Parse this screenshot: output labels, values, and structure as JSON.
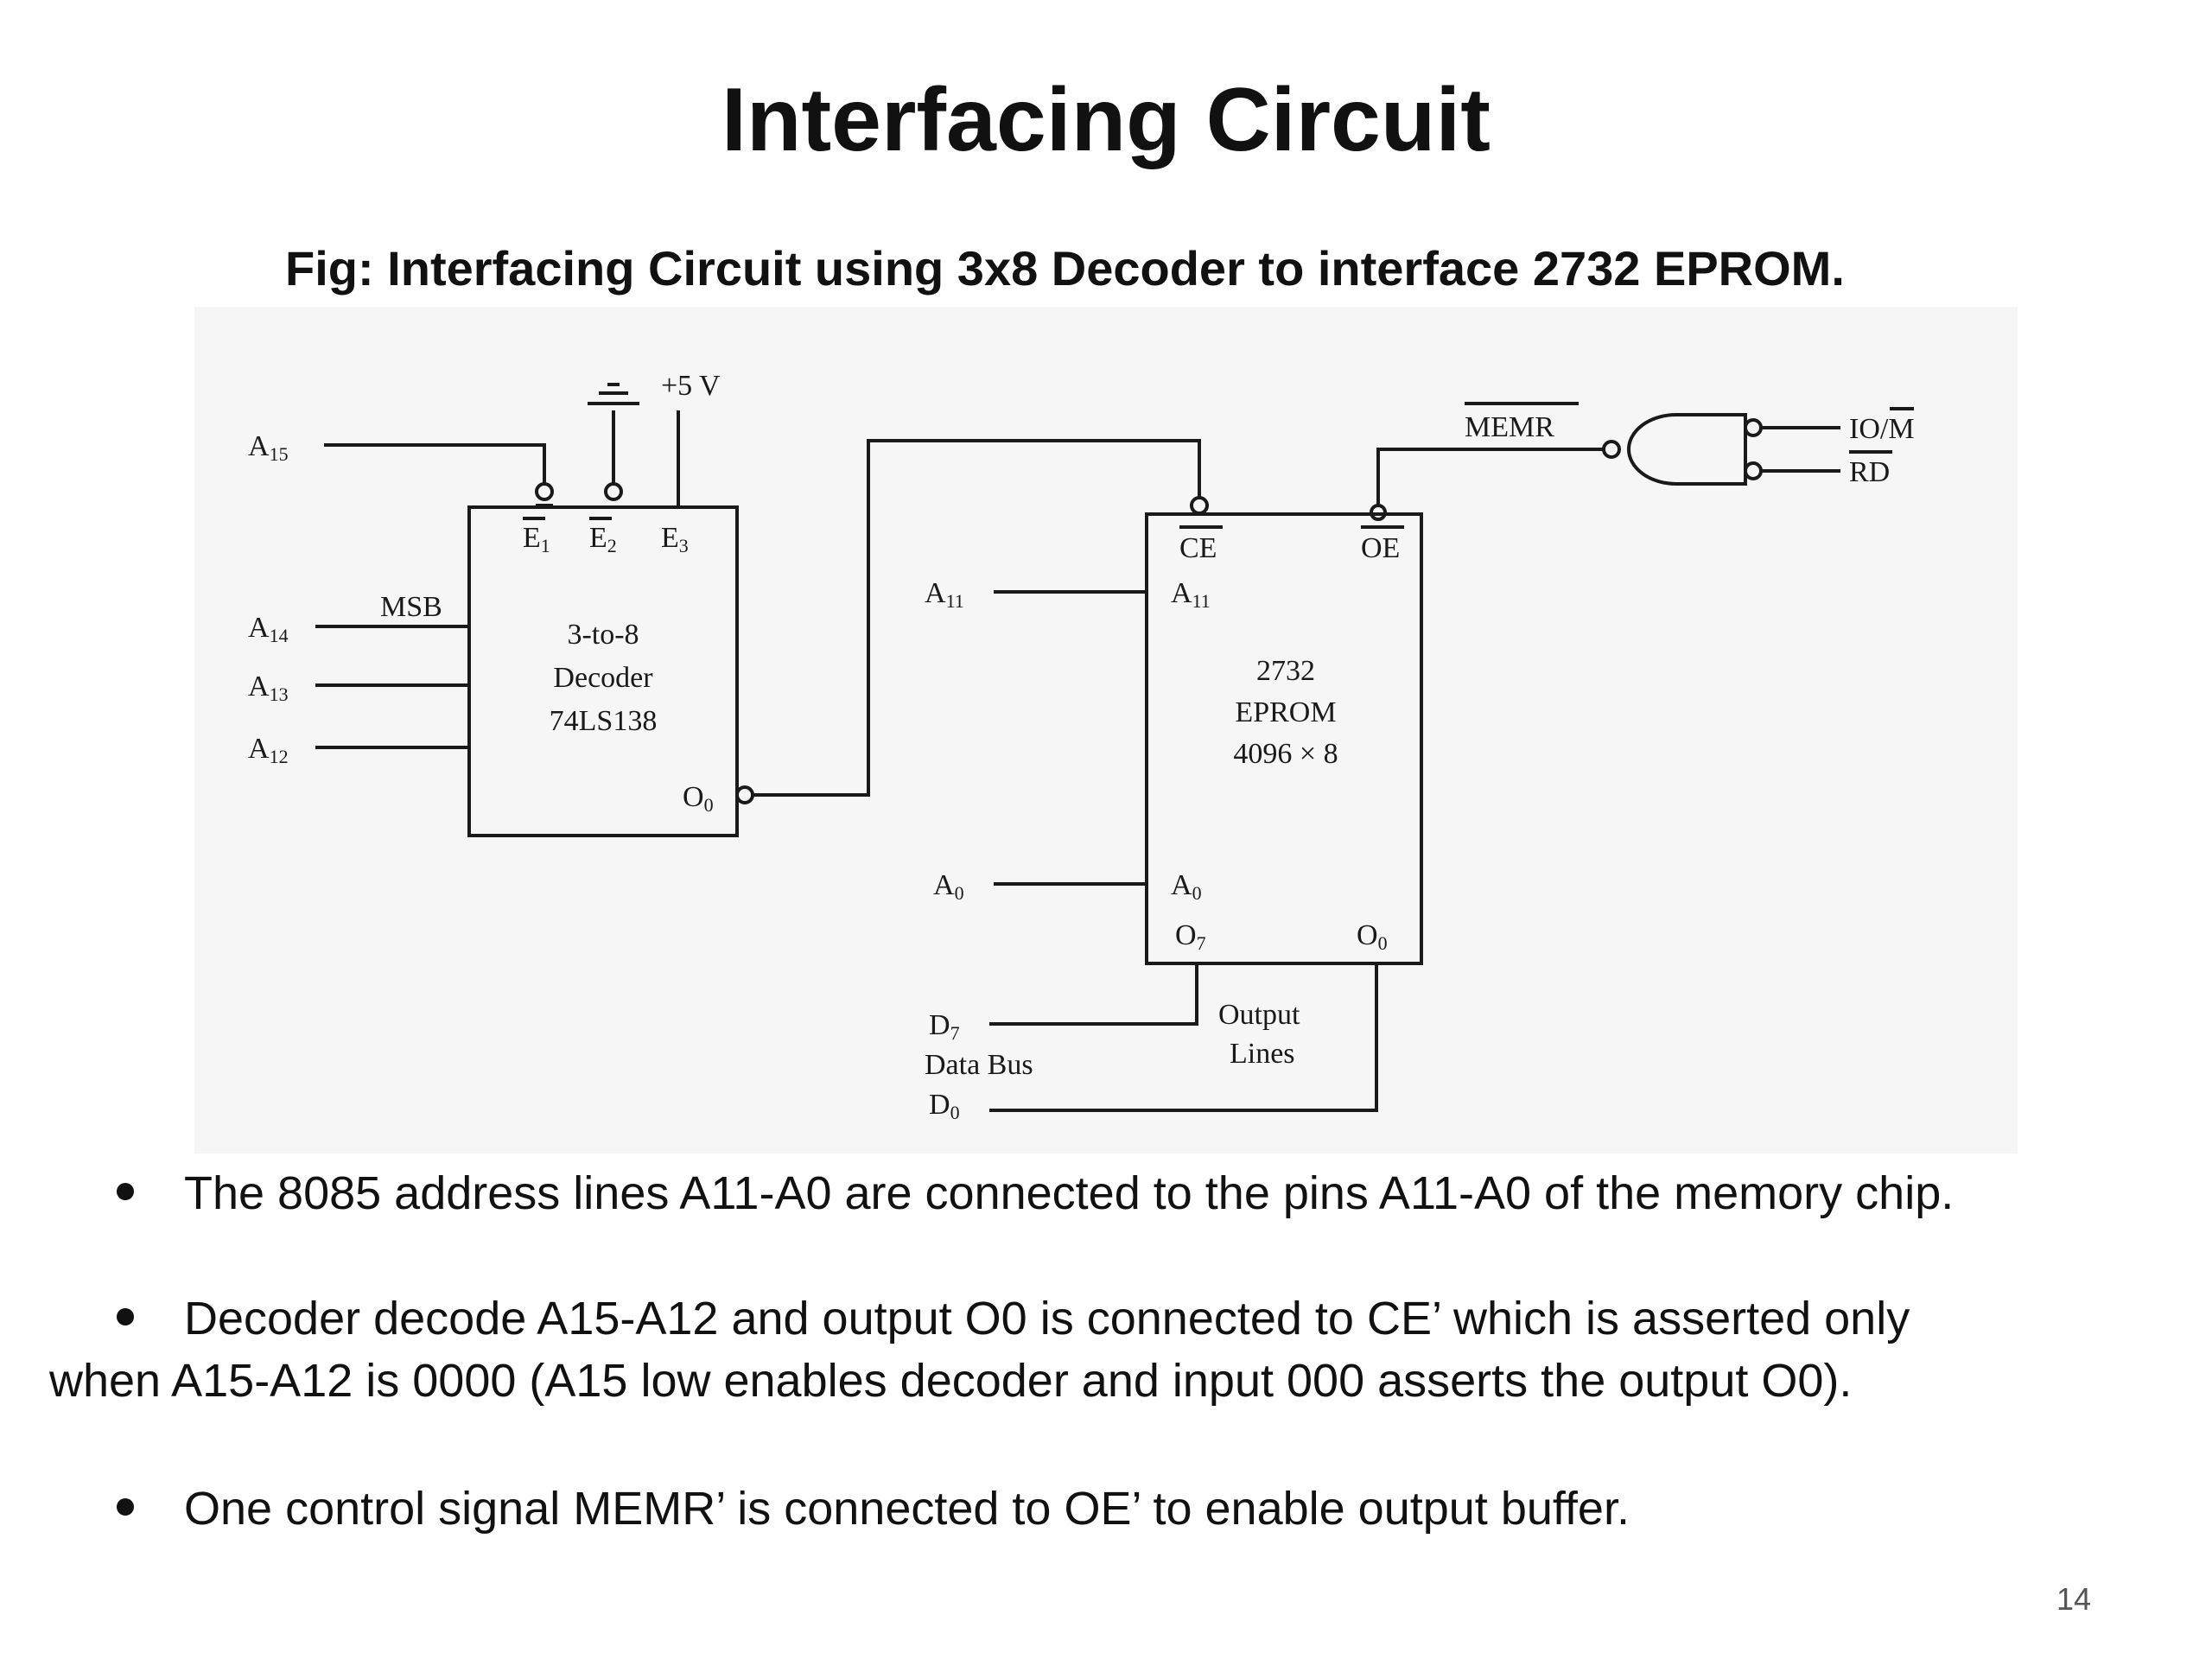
{
  "slide": {
    "title": "Interfacing Circuit",
    "caption_bold": "Fig:",
    "caption_text": " Interfacing Circuit using 3x8 Decoder to interface 2732 EPROM.",
    "page_number": "14"
  },
  "diagram": {
    "supply_label": "+5 V",
    "decoder": {
      "enable_1": "E",
      "enable_1_sub": "1",
      "enable_2": "E",
      "enable_2_sub": "2",
      "enable_3": "E",
      "enable_3_sub": "3",
      "line1": "3-to-8",
      "line2": "Decoder",
      "line3": "74LS138",
      "msb_label": "MSB",
      "output": "O",
      "output_sub": "0"
    },
    "inputs": {
      "a15": "A",
      "a15_sub": "15",
      "a14": "A",
      "a14_sub": "14",
      "a13": "A",
      "a13_sub": "13",
      "a12": "A",
      "a12_sub": "12",
      "a11": "A",
      "a11_sub": "11",
      "a0": "A",
      "a0_sub": "0"
    },
    "eprom": {
      "ce": "CE",
      "oe": "OE",
      "a11": "A",
      "a11_sub": "11",
      "a0": "A",
      "a0_sub": "0",
      "line1": "2732",
      "line2": "EPROM",
      "line3": "4096 × 8",
      "o7": "O",
      "o7_sub": "7",
      "o0": "O",
      "o0_sub": "0"
    },
    "output_lines": {
      "line1": "Output",
      "line2": "Lines"
    },
    "data_bus": {
      "d7": "D",
      "d7_sub": "7",
      "label": "Data Bus",
      "d0": "D",
      "d0_sub": "0"
    },
    "gate": {
      "memr": "MEMR",
      "io_m": "IO/M",
      "rd": "RD"
    }
  },
  "bullets": [
    {
      "text": "The 8085 address lines A11-A0 are connected to the pins A11-A0 of the memory chip."
    },
    {
      "text": "Decoder decode A15-A12 and output O0  is connected to CE’ which is asserted only",
      "text2": "when A15-A12 is 0000 (A15 low enables decoder and input 000 asserts the output O0)."
    },
    {
      "text": "One control signal MEMR’ is connected to OE’ to enable output buffer."
    }
  ]
}
